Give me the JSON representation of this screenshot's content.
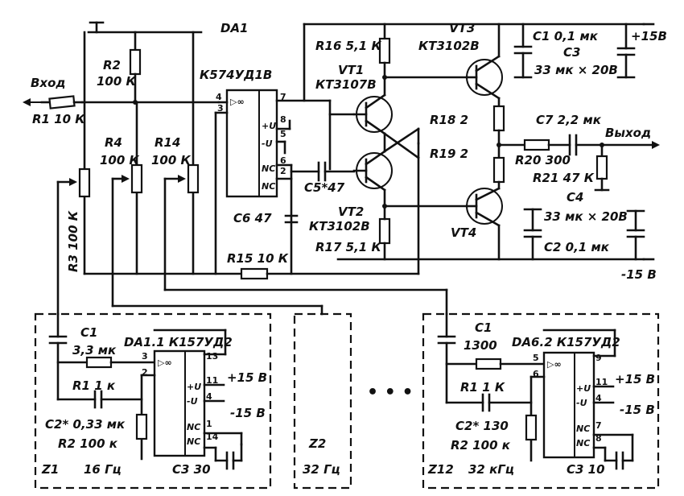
{
  "main": {
    "input_label": "Вход",
    "output_label": "Выход",
    "supply_pos": "+15В",
    "supply_neg": "-15 В",
    "r1": "R1  10 К",
    "r2_name": "R2",
    "r2_val": "100 К",
    "r4_name": "R4",
    "r4_val": "100 К",
    "r14_name": "R14",
    "r14_val": "100 К",
    "r3": "R3  100 К",
    "da1_name": "DA1",
    "da1_type": "К574УД1В",
    "opamp_symbol": "▷∞",
    "pin_pos": "+U",
    "pin_neg": "-U",
    "pin_nc": "NC",
    "c6": "С6  47",
    "c5": "С5*47",
    "r15": "R15  10 К",
    "r16": "R16  5,1 К",
    "vt1_name": "VT1",
    "vt1_type": "КТ3107В",
    "vt2_name": "VT2",
    "vt2_type": "КТ3102В",
    "r17": "R17  5,1 К",
    "vt3_name": "VT3",
    "vt3_type": "КТ3102В",
    "vt4": "VT4",
    "r18": "R18  2",
    "r19": "R19  2",
    "c1": "C1  0,1 мк",
    "c3_name": "С3",
    "c3_val": "33 мк × 20В",
    "c7": "С7  2,2 мк",
    "r20": "R20  300",
    "r21": "R21  47 К",
    "c4_name": "С4",
    "c4_val": "33 мк × 20В",
    "c2": "С2  0,1 мк",
    "pins": {
      "p4": "4",
      "p3": "3",
      "p7": "7",
      "p8": "8",
      "p5": "5",
      "p6": "6",
      "p2": "2"
    }
  },
  "z1": {
    "c1_name": "C1",
    "c1_val": "3,3 мк",
    "opamp": "DA1.1  К157УД2",
    "r1": "R1  1 к",
    "c2": "С2*  0,33 мк",
    "r2": "R2  100 к",
    "supply_pos": "+15 В",
    "supply_neg": "-15 В",
    "label": "Z1",
    "freq": "16 Гц",
    "c3": "С3  30",
    "pins": {
      "p3": "3",
      "p2": "2",
      "p13": "13",
      "p11": "11",
      "p4": "4",
      "p1": "1",
      "p14": "14"
    }
  },
  "z2": {
    "label": "Z2",
    "freq": "32 Гц"
  },
  "ellipsis": "• • •",
  "z12": {
    "c1_name": "C1",
    "c1_val": "1300",
    "opamp": "DA6.2  К157УД2",
    "r1": "R1  1 К",
    "c2": "С2*  130",
    "r2": "R2  100 к",
    "supply_pos": "+15 В",
    "supply_neg": "-15 В",
    "label": "Z12",
    "freq": "32 кГц",
    "c3": "С3  10",
    "pins": {
      "p5": "5",
      "p6": "6",
      "p9": "9",
      "p11": "11",
      "p4": "4",
      "p7": "7",
      "p8": "8"
    }
  }
}
